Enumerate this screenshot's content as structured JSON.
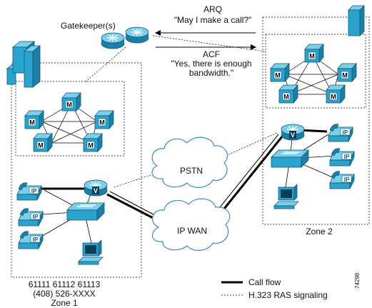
{
  "gatekeeper_label": "Gatekeeper(s)",
  "arq": {
    "title": "ARQ",
    "text": "\"May I make a call?\""
  },
  "acf": {
    "title": "ACF",
    "line1": "\"Yes, there is enough",
    "line2": "bandwidth.\""
  },
  "clouds": {
    "pstn": "PSTN",
    "ipwan": "IP WAN"
  },
  "zone1": {
    "numbers": "61111 61112 61113",
    "range": "(408) 526-XXXX",
    "name": "Zone 1"
  },
  "zone2": {
    "name": "Zone 2"
  },
  "legend": {
    "call_flow": "Call flow",
    "ras": "H.323 RAS signaling"
  },
  "figure_id": "74298",
  "glyphs": {
    "mcm": "M",
    "phone": "IP",
    "voice_router": "V"
  },
  "colors": {
    "device_blue": "#2aa3cf",
    "device_dark": "#1d7fa6",
    "line": "#000000"
  }
}
